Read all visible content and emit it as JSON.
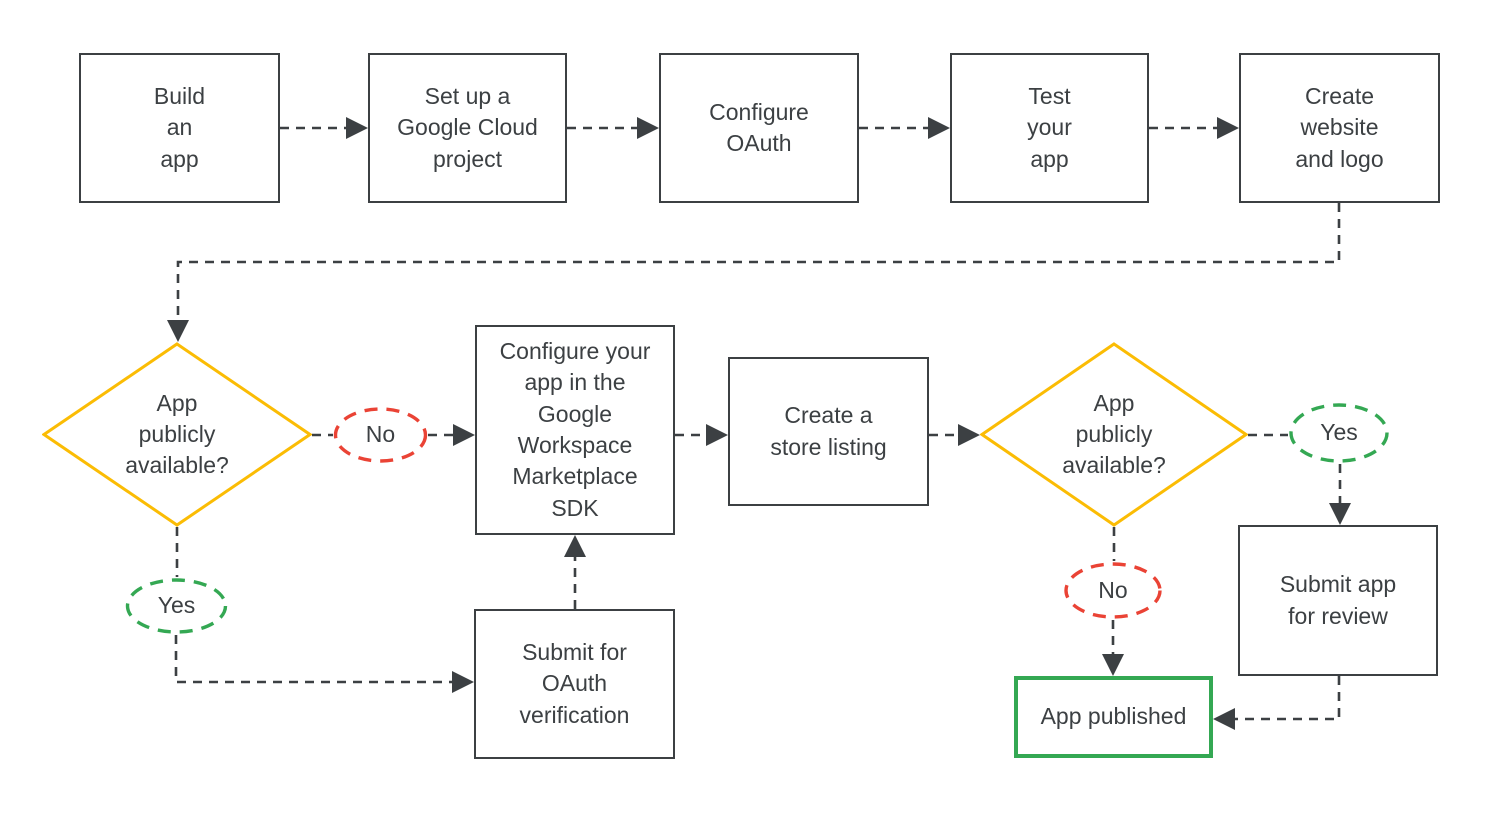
{
  "colors": {
    "line": "#3C4043",
    "text": "#3C4043",
    "decision_yellow": "#FBBC04",
    "no_red": "#EA4335",
    "yes_green": "#34A853",
    "published_green": "#34A853",
    "background": "#FFFFFF"
  },
  "nodes": {
    "build_app": {
      "label": "Build\nan\napp"
    },
    "cloud_project": {
      "label": "Set up a\nGoogle Cloud\nproject"
    },
    "configure_oauth": {
      "label": "Configure\nOAuth"
    },
    "test_app": {
      "label": "Test\nyour\napp"
    },
    "create_website": {
      "label": "Create\nwebsite\nand logo"
    },
    "decision_public_1": {
      "label": "App\npublicly\navailable?"
    },
    "no_1": {
      "label": "No"
    },
    "yes_1": {
      "label": "Yes"
    },
    "configure_sdk": {
      "label": "Configure your\napp in the\nGoogle\nWorkspace\nMarketplace\nSDK"
    },
    "submit_oauth": {
      "label": "Submit for\nOAuth\nverification"
    },
    "store_listing": {
      "label": "Create a\nstore listing"
    },
    "decision_public_2": {
      "label": "App\npublicly\navailable?"
    },
    "yes_2": {
      "label": "Yes"
    },
    "no_2": {
      "label": "No"
    },
    "submit_review": {
      "label": "Submit app\nfor review"
    },
    "app_published": {
      "label": "App published"
    }
  }
}
